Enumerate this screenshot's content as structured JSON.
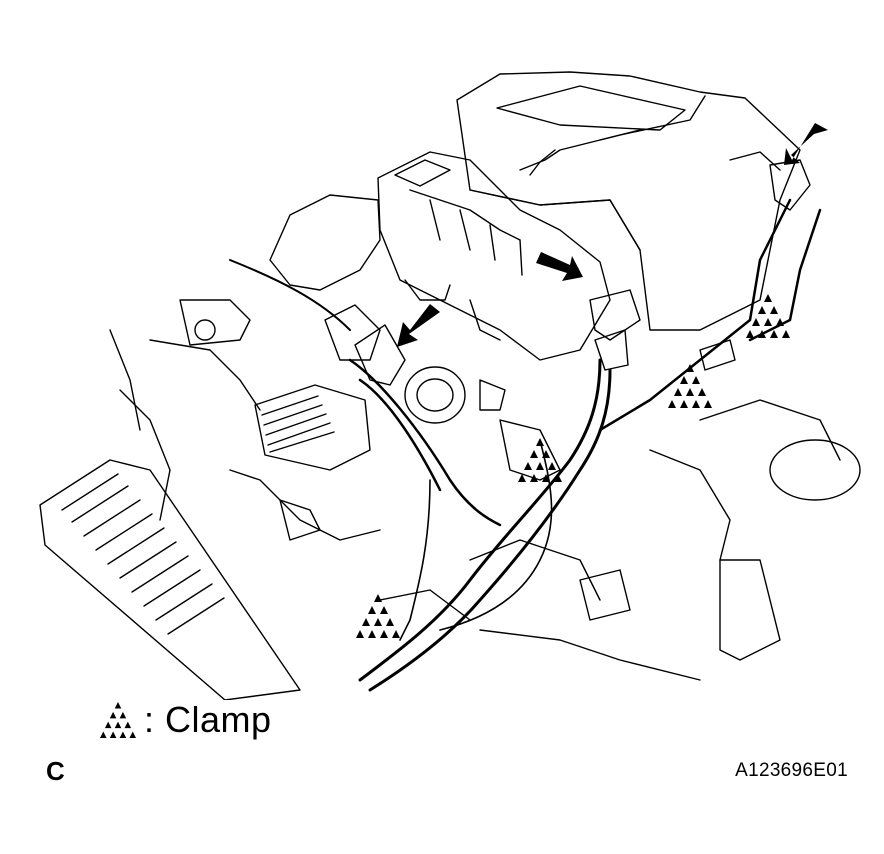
{
  "legend": {
    "icon": "clamp-triangle-icon",
    "label": ": Clamp"
  },
  "view_label": "C",
  "figure_id": "A123696E01",
  "colors": {
    "line": "#000000",
    "background": "#ffffff"
  }
}
